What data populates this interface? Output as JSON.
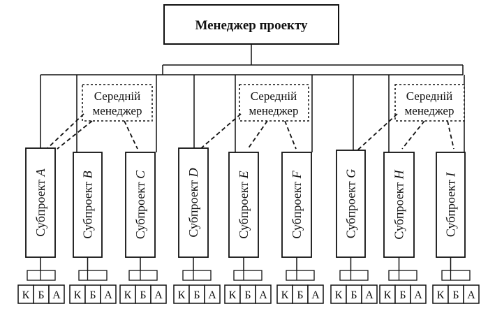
{
  "top": {
    "label": "Менеджер проекту"
  },
  "middle_manager": {
    "line1": "Середній",
    "line2": "менеджер"
  },
  "subproject_prefix": "Субпроект",
  "subprojects": [
    "A",
    "B",
    "C",
    "D",
    "E",
    "F",
    "G",
    "H",
    "I"
  ],
  "cells": [
    "К",
    "Б",
    "А"
  ]
}
